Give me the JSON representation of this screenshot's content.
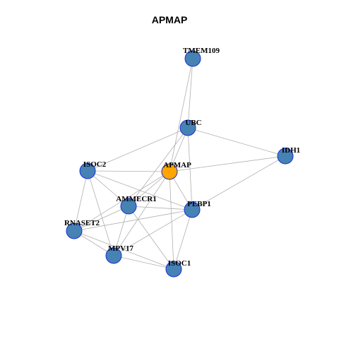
{
  "title": "APMAP",
  "colors": {
    "node_fill": "#4682b4",
    "node_stroke": "#1c2fd6",
    "center_fill": "#ffa500",
    "center_stroke": "#1c2fd6",
    "edge": "#b0b0b0",
    "label": "#000000"
  },
  "center_node": "APMAP",
  "nodes": [
    {
      "id": "TMEM109"
    },
    {
      "id": "UBC"
    },
    {
      "id": "IDH1"
    },
    {
      "id": "ISOC2"
    },
    {
      "id": "APMAP"
    },
    {
      "id": "AMMECR1"
    },
    {
      "id": "PEBP1"
    },
    {
      "id": "RNASET2"
    },
    {
      "id": "MPV17"
    },
    {
      "id": "ISOC1"
    }
  ],
  "edges": [
    [
      "TMEM109",
      "UBC"
    ],
    [
      "TMEM109",
      "APMAP"
    ],
    [
      "UBC",
      "IDH1"
    ],
    [
      "UBC",
      "ISOC2"
    ],
    [
      "UBC",
      "APMAP"
    ],
    [
      "UBC",
      "AMMECR1"
    ],
    [
      "UBC",
      "PEBP1"
    ],
    [
      "IDH1",
      "APMAP"
    ],
    [
      "IDH1",
      "PEBP1"
    ],
    [
      "ISOC2",
      "APMAP"
    ],
    [
      "ISOC2",
      "AMMECR1"
    ],
    [
      "ISOC2",
      "PEBP1"
    ],
    [
      "ISOC2",
      "RNASET2"
    ],
    [
      "ISOC2",
      "MPV17"
    ],
    [
      "APMAP",
      "AMMECR1"
    ],
    [
      "APMAP",
      "PEBP1"
    ],
    [
      "APMAP",
      "RNASET2"
    ],
    [
      "APMAP",
      "MPV17"
    ],
    [
      "APMAP",
      "ISOC1"
    ],
    [
      "AMMECR1",
      "PEBP1"
    ],
    [
      "AMMECR1",
      "RNASET2"
    ],
    [
      "AMMECR1",
      "MPV17"
    ],
    [
      "AMMECR1",
      "ISOC1"
    ],
    [
      "PEBP1",
      "RNASET2"
    ],
    [
      "PEBP1",
      "MPV17"
    ],
    [
      "PEBP1",
      "ISOC1"
    ],
    [
      "RNASET2",
      "MPV17"
    ],
    [
      "RNASET2",
      "ISOC1"
    ],
    [
      "MPV17",
      "ISOC1"
    ]
  ]
}
